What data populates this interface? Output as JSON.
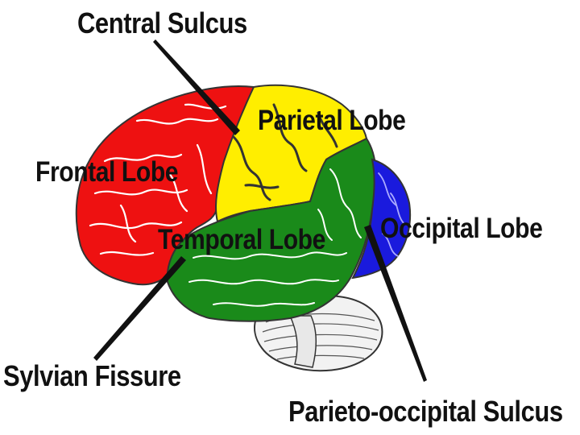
{
  "labels": {
    "central_sulcus": "Central Sulcus",
    "parietal_lobe": "Parietal Lobe",
    "frontal_lobe": "Frontal Lobe",
    "temporal_lobe": "Temporal Lobe",
    "occipital_lobe": "Occipital Lobe",
    "sylvian_fissure": "Sylvian Fissure",
    "parieto_occipital_sulcus": "Parieto-occipital Sulcus"
  },
  "colors": {
    "frontal": "#ee1111",
    "parietal": "#ffee00",
    "temporal": "#1a8a1a",
    "occipital": "#1a1add",
    "cerebellum": "#f2f2f2",
    "outline": "#333333",
    "pointer": "#111111"
  }
}
